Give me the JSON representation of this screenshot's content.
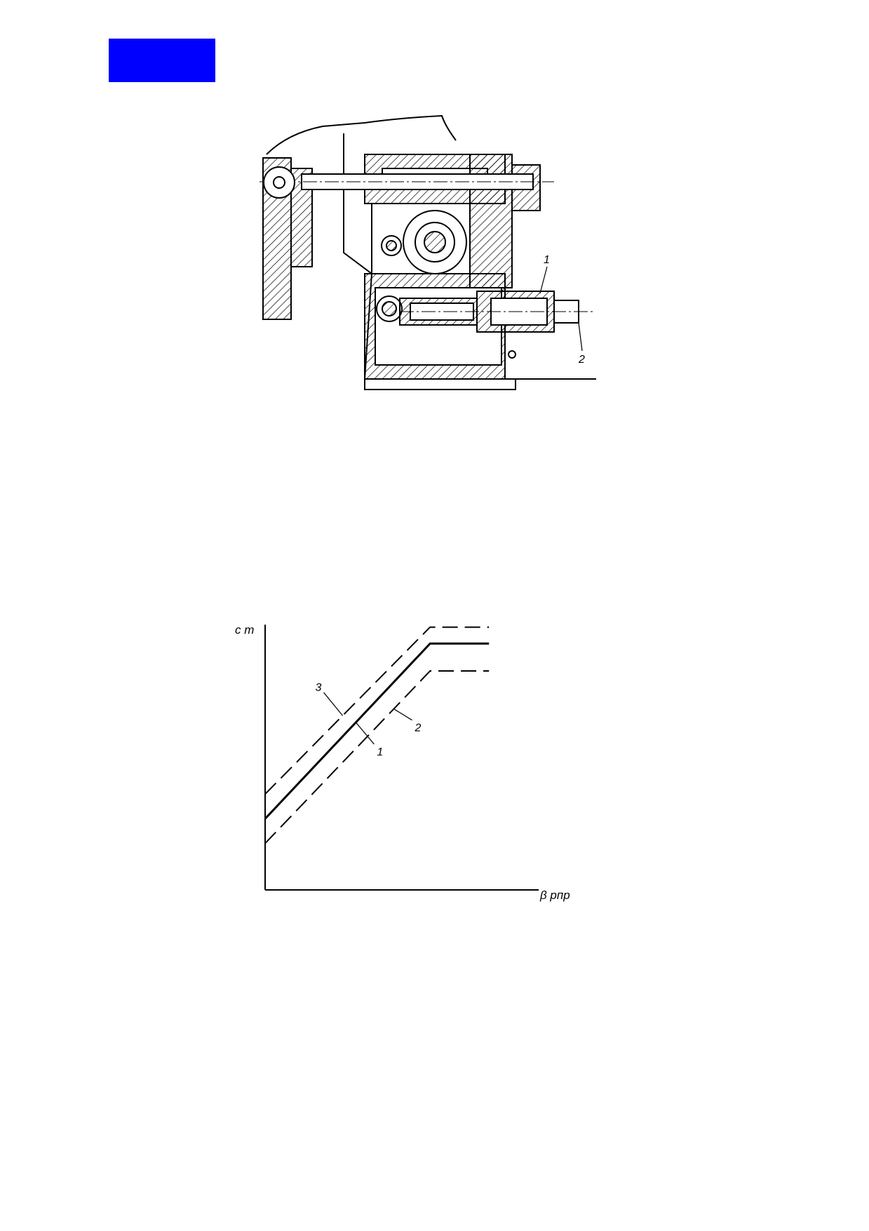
{
  "header": {
    "box_color": "#0000ff"
  },
  "figure_top": {
    "callouts": [
      {
        "id": "1",
        "text": "1"
      },
      {
        "id": "2",
        "text": "2"
      }
    ]
  },
  "chart_data": {
    "type": "line",
    "ylabel": "c т",
    "xlabel": "β рпр",
    "xlim": [
      0,
      10
    ],
    "ylim": [
      0,
      10
    ],
    "series": [
      {
        "name": "1",
        "style": "solid",
        "x": [
          0,
          5.6,
          7.6
        ],
        "y": [
          2.6,
          9.0,
          9.0
        ]
      },
      {
        "name": "2",
        "style": "dashed",
        "x": [
          0,
          5.6,
          7.6
        ],
        "y": [
          1.7,
          8.0,
          8.0
        ]
      },
      {
        "name": "3",
        "style": "dashed",
        "x": [
          0,
          5.6,
          7.6
        ],
        "y": [
          3.5,
          9.6,
          9.6
        ]
      }
    ],
    "grid": false,
    "legend": "none"
  }
}
